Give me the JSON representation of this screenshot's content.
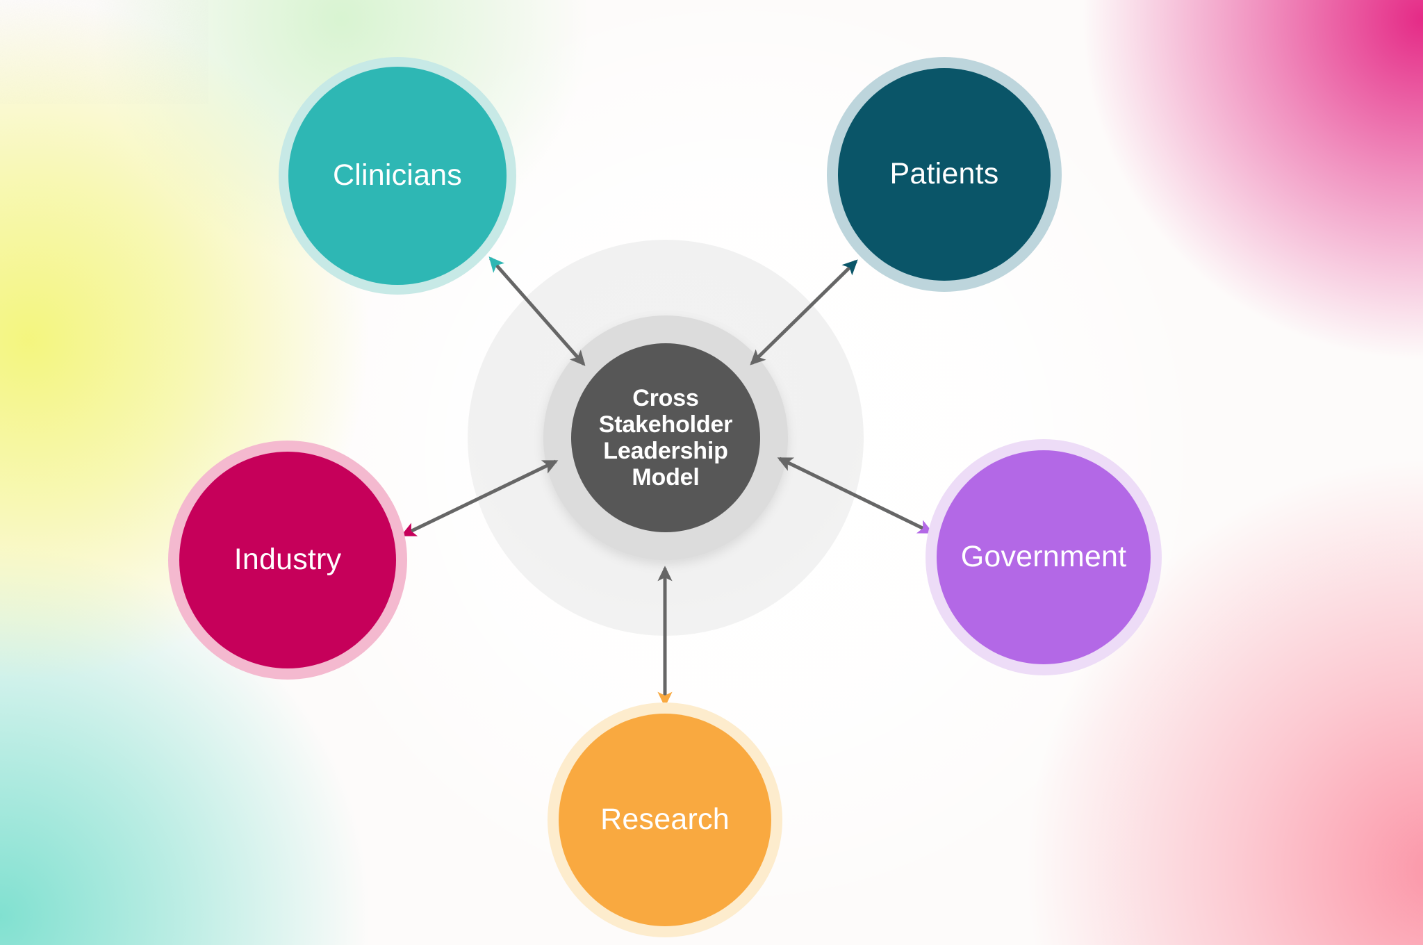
{
  "diagram": {
    "kind": "hub-and-spoke-stakeholder-map",
    "center": {
      "id": "cross-stakeholder-leadership-model",
      "label": "Cross\nStakeholder\nLeadership\nModel",
      "fill": "#575757",
      "ring": "#dcdcdc",
      "halo": "#f2f2f2",
      "text_color": "#ffffff"
    },
    "nodes": [
      {
        "id": "clinicians",
        "label": "Clinicians",
        "fill": "#2eb7b4",
        "ring": "#c7e9e6",
        "text_color": "#ffffff",
        "position": "top-left"
      },
      {
        "id": "patients",
        "label": "Patients",
        "fill": "#0a5568",
        "ring": "#bdd5dc",
        "text_color": "#ffffff",
        "position": "top-right"
      },
      {
        "id": "industry",
        "label": "Industry",
        "fill": "#c6005a",
        "ring": "#f4b9cf",
        "text_color": "#ffffff",
        "position": "left"
      },
      {
        "id": "government",
        "label": "Government",
        "fill": "#b368e6",
        "ring": "#eddcf7",
        "text_color": "#ffffff",
        "position": "right"
      },
      {
        "id": "research",
        "label": "Research",
        "fill": "#f9a940",
        "ring": "#fdeccd",
        "text_color": "#ffffff",
        "position": "bottom"
      }
    ],
    "connectors": {
      "style": "double-headed-arrow",
      "line_color": "#666666",
      "line_width": 5,
      "inner_arrow_color": "#666666",
      "links": [
        {
          "from": "cross-stakeholder-leadership-model",
          "to": "clinicians",
          "outer_arrow_color": "#2eb7b4"
        },
        {
          "from": "cross-stakeholder-leadership-model",
          "to": "patients",
          "outer_arrow_color": "#0a5568"
        },
        {
          "from": "cross-stakeholder-leadership-model",
          "to": "industry",
          "outer_arrow_color": "#c6005a"
        },
        {
          "from": "cross-stakeholder-leadership-model",
          "to": "government",
          "outer_arrow_color": "#b368e6"
        },
        {
          "from": "cross-stakeholder-leadership-model",
          "to": "research",
          "outer_arrow_color": "#f9a940"
        }
      ]
    },
    "background": {
      "type": "soft-mesh-gradient",
      "corner_colors": {
        "top_left": "#f3f578",
        "top_right": "#e42684",
        "bottom_left": "#7adfce",
        "bottom_right": "#fb8ea1"
      },
      "center_color": "#ffffff"
    }
  }
}
